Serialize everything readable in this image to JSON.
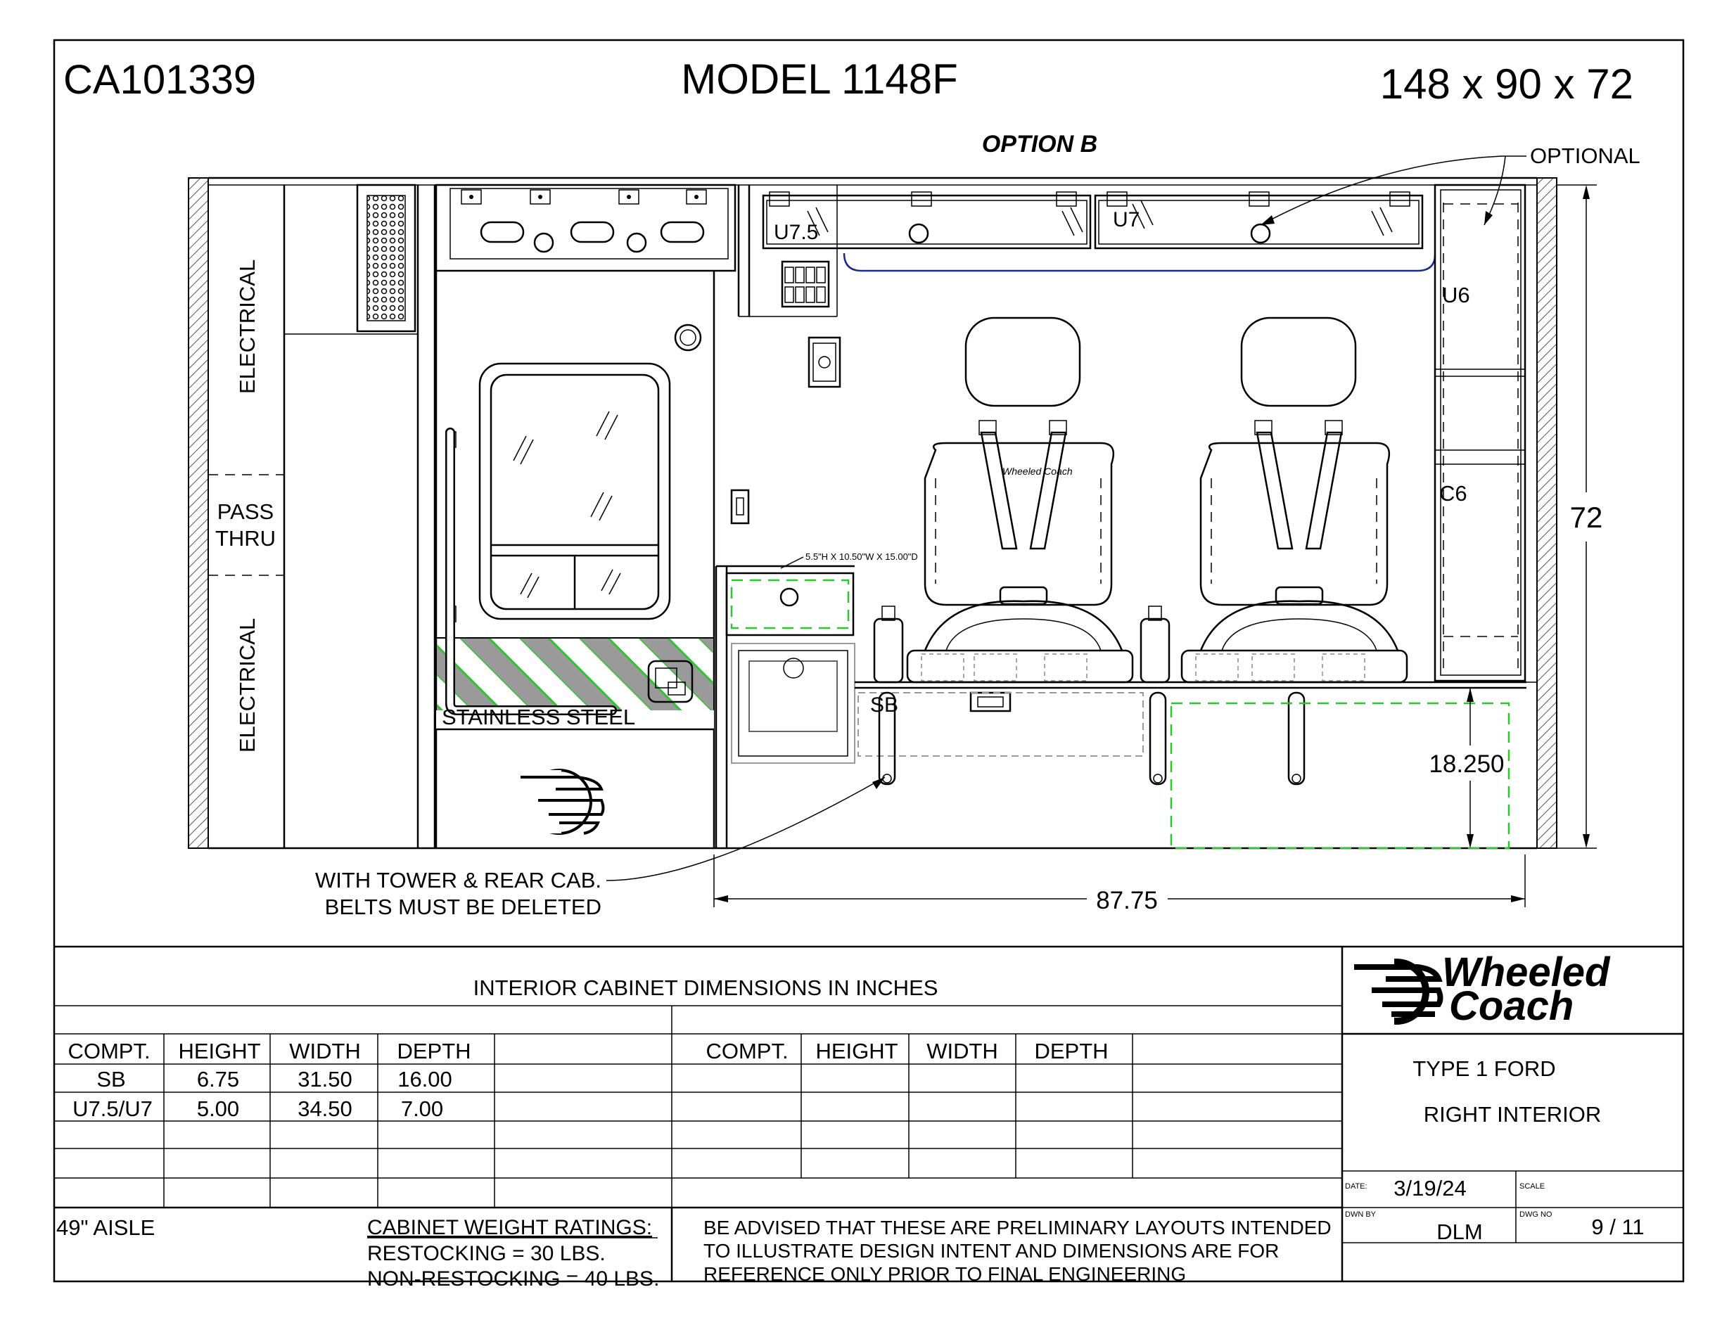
{
  "header": {
    "drawing_id": "CA101339",
    "model": "MODEL 1148F",
    "overall_dims": "148 x 90 x 72",
    "option": "OPTION B"
  },
  "drawing": {
    "callout_optional": "OPTIONAL",
    "label_electrical_upper": "ELECTRICAL",
    "label_electrical_lower": "ELECTRICAL",
    "label_pass": "PASS",
    "label_thru": "THRU",
    "label_u75": "U7.5",
    "label_u7": "U7",
    "label_u6": "U6",
    "label_c6": "C6",
    "label_sb": "SB",
    "label_stainless": "STAINLESS STEEL",
    "label_drawer_note": "5.5\"H X 10.50\"W X 15.00\"D",
    "dim_height": "72",
    "dim_sb_height": "18.250",
    "dim_length": "87.75",
    "note_line1": "WITH TOWER & REAR CAB.",
    "note_line2": "BELTS MUST BE DELETED",
    "seat_logo_text": "Wheeled Coach"
  },
  "table": {
    "title": "INTERIOR CABINET DIMENSIONS IN INCHES",
    "headers_left": [
      "COMPT.",
      "HEIGHT",
      "WIDTH",
      "DEPTH"
    ],
    "headers_right": [
      "COMPT.",
      "HEIGHT",
      "WIDTH",
      "DEPTH"
    ],
    "rows_left": [
      [
        "SB",
        "6.75",
        "31.50",
        "16.00"
      ],
      [
        "U7.5/U7",
        "5.00",
        "34.50",
        "7.00"
      ]
    ],
    "aisle": "49\" AISLE",
    "weight_title": "CABINET WEIGHT RATINGS:",
    "weight_line1": "RESTOCKING = 30 LBS.",
    "weight_line2": "NON-RESTOCKING = 40 LBS.",
    "advisory_line1": "BE ADVISED THAT THESE ARE PRELIMINARY LAYOUTS INTENDED",
    "advisory_line2": "TO ILLUSTRATE DESIGN INTENT AND DIMENSIONS  ARE FOR",
    "advisory_line3": "REFERENCE ONLY PRIOR TO FINAL ENGINEERING"
  },
  "title_block": {
    "logo_line1": "Wheeled",
    "logo_line2": "Coach",
    "type": "TYPE 1 FORD",
    "view": "RIGHT INTERIOR",
    "date_label": "DATE:",
    "date": "3/19/24",
    "scale_label": "SCALE",
    "drawn_by_label": "DWN BY",
    "drawn_by": "DLM",
    "dwg_no_label": "DWG NO",
    "sheet": "9 / 11"
  },
  "colors": {
    "line": "#000000",
    "green_dash": "#2ec42e",
    "hatch_grey": "#9a9a9a",
    "blue_line": "#1a2a8a"
  }
}
